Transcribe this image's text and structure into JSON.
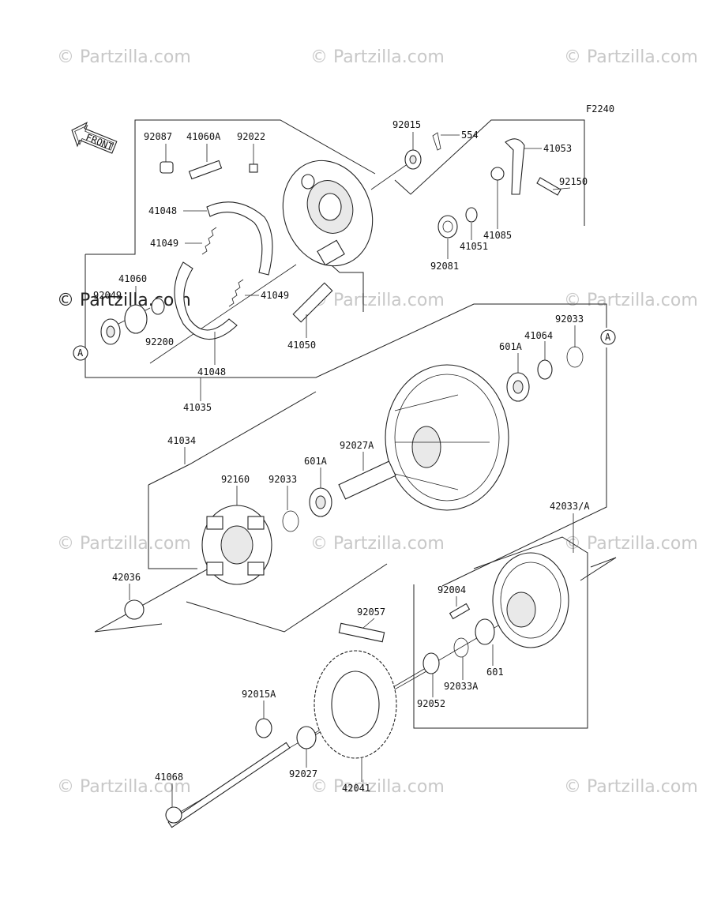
{
  "figure_code": "F2240",
  "front_label": "FRONT",
  "watermark": "© Partzilla.com",
  "callout_letter": "A",
  "parts": {
    "p92087": "92087",
    "p41060A": "41060A",
    "p92022": "92022",
    "p92015": "92015",
    "p554": "554",
    "p41053": "41053",
    "p92150": "92150",
    "p41048_top": "41048",
    "p41049_top": "41049",
    "p41060": "41060",
    "p92049": "92049",
    "p92200": "92200",
    "p41049_mid": "41049",
    "p41050": "41050",
    "p41048_bot": "41048",
    "p41035": "41035",
    "p41085": "41085",
    "p41051": "41051",
    "p92081": "92081",
    "p92033_top": "92033",
    "p41064": "41064",
    "p601A_top": "601A",
    "p41034": "41034",
    "p92027A": "92027A",
    "p601A_mid": "601A",
    "p92033_mid": "92033",
    "p92160": "92160",
    "p42033A": "42033/A",
    "p42036": "42036",
    "p92004": "92004",
    "p92057": "92057",
    "p601": "601",
    "p92033A": "92033A",
    "p92052": "92052",
    "p92015A": "92015A",
    "p92027": "92027",
    "p42041": "42041",
    "p41068": "41068"
  }
}
